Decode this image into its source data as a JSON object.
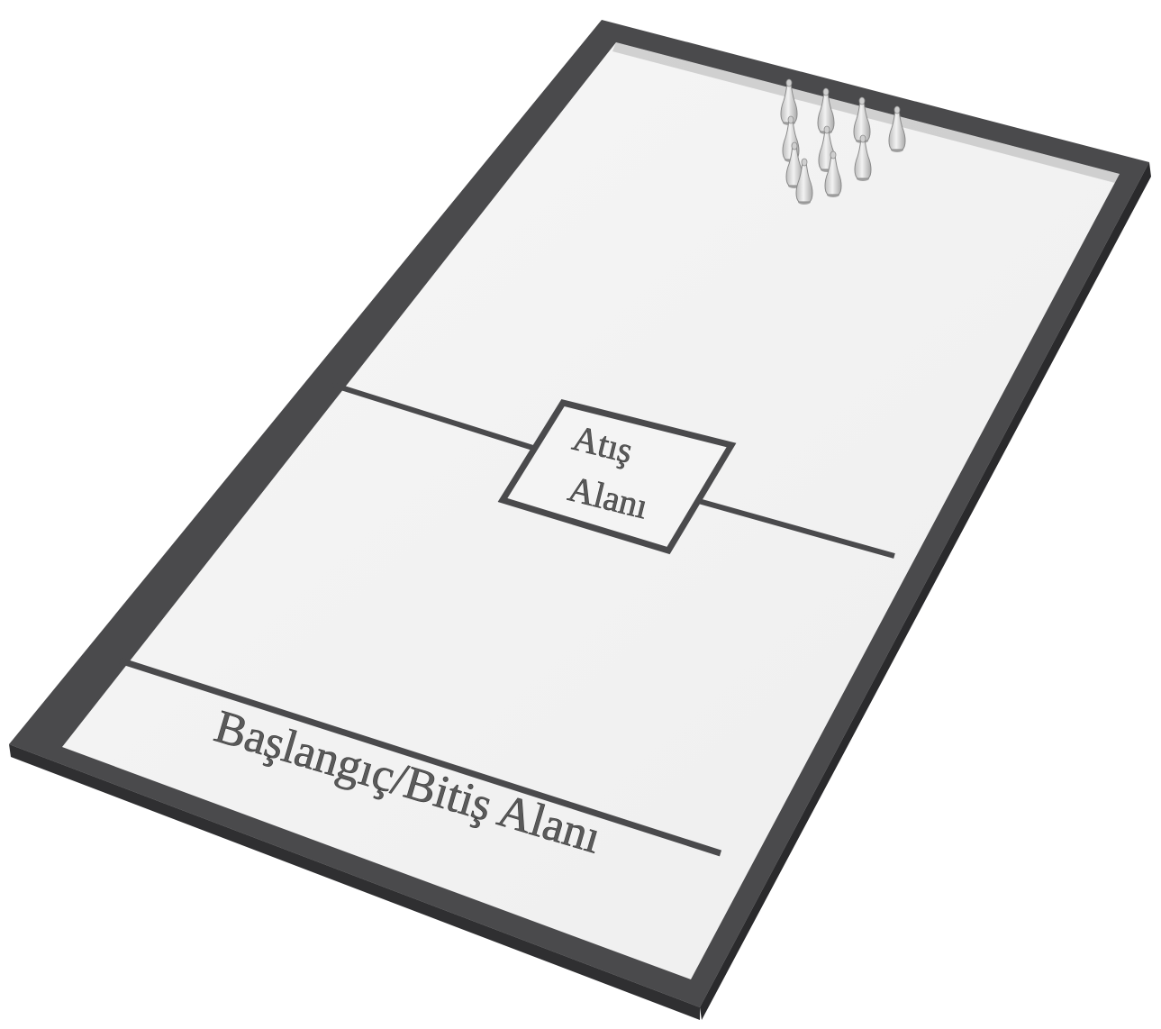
{
  "diagram": {
    "throw_area_label_line1": "Atış",
    "throw_area_label_line2": "Alanı",
    "start_finish_label": "Başlangıç/Bitiş Alanı",
    "pin_count": 10
  },
  "colors": {
    "frame": "#4a4a4c",
    "frame_side": "#2f2f31",
    "board": "#f3f3f3",
    "line": "#4a4a4c",
    "pin": "#d9d9d9"
  }
}
